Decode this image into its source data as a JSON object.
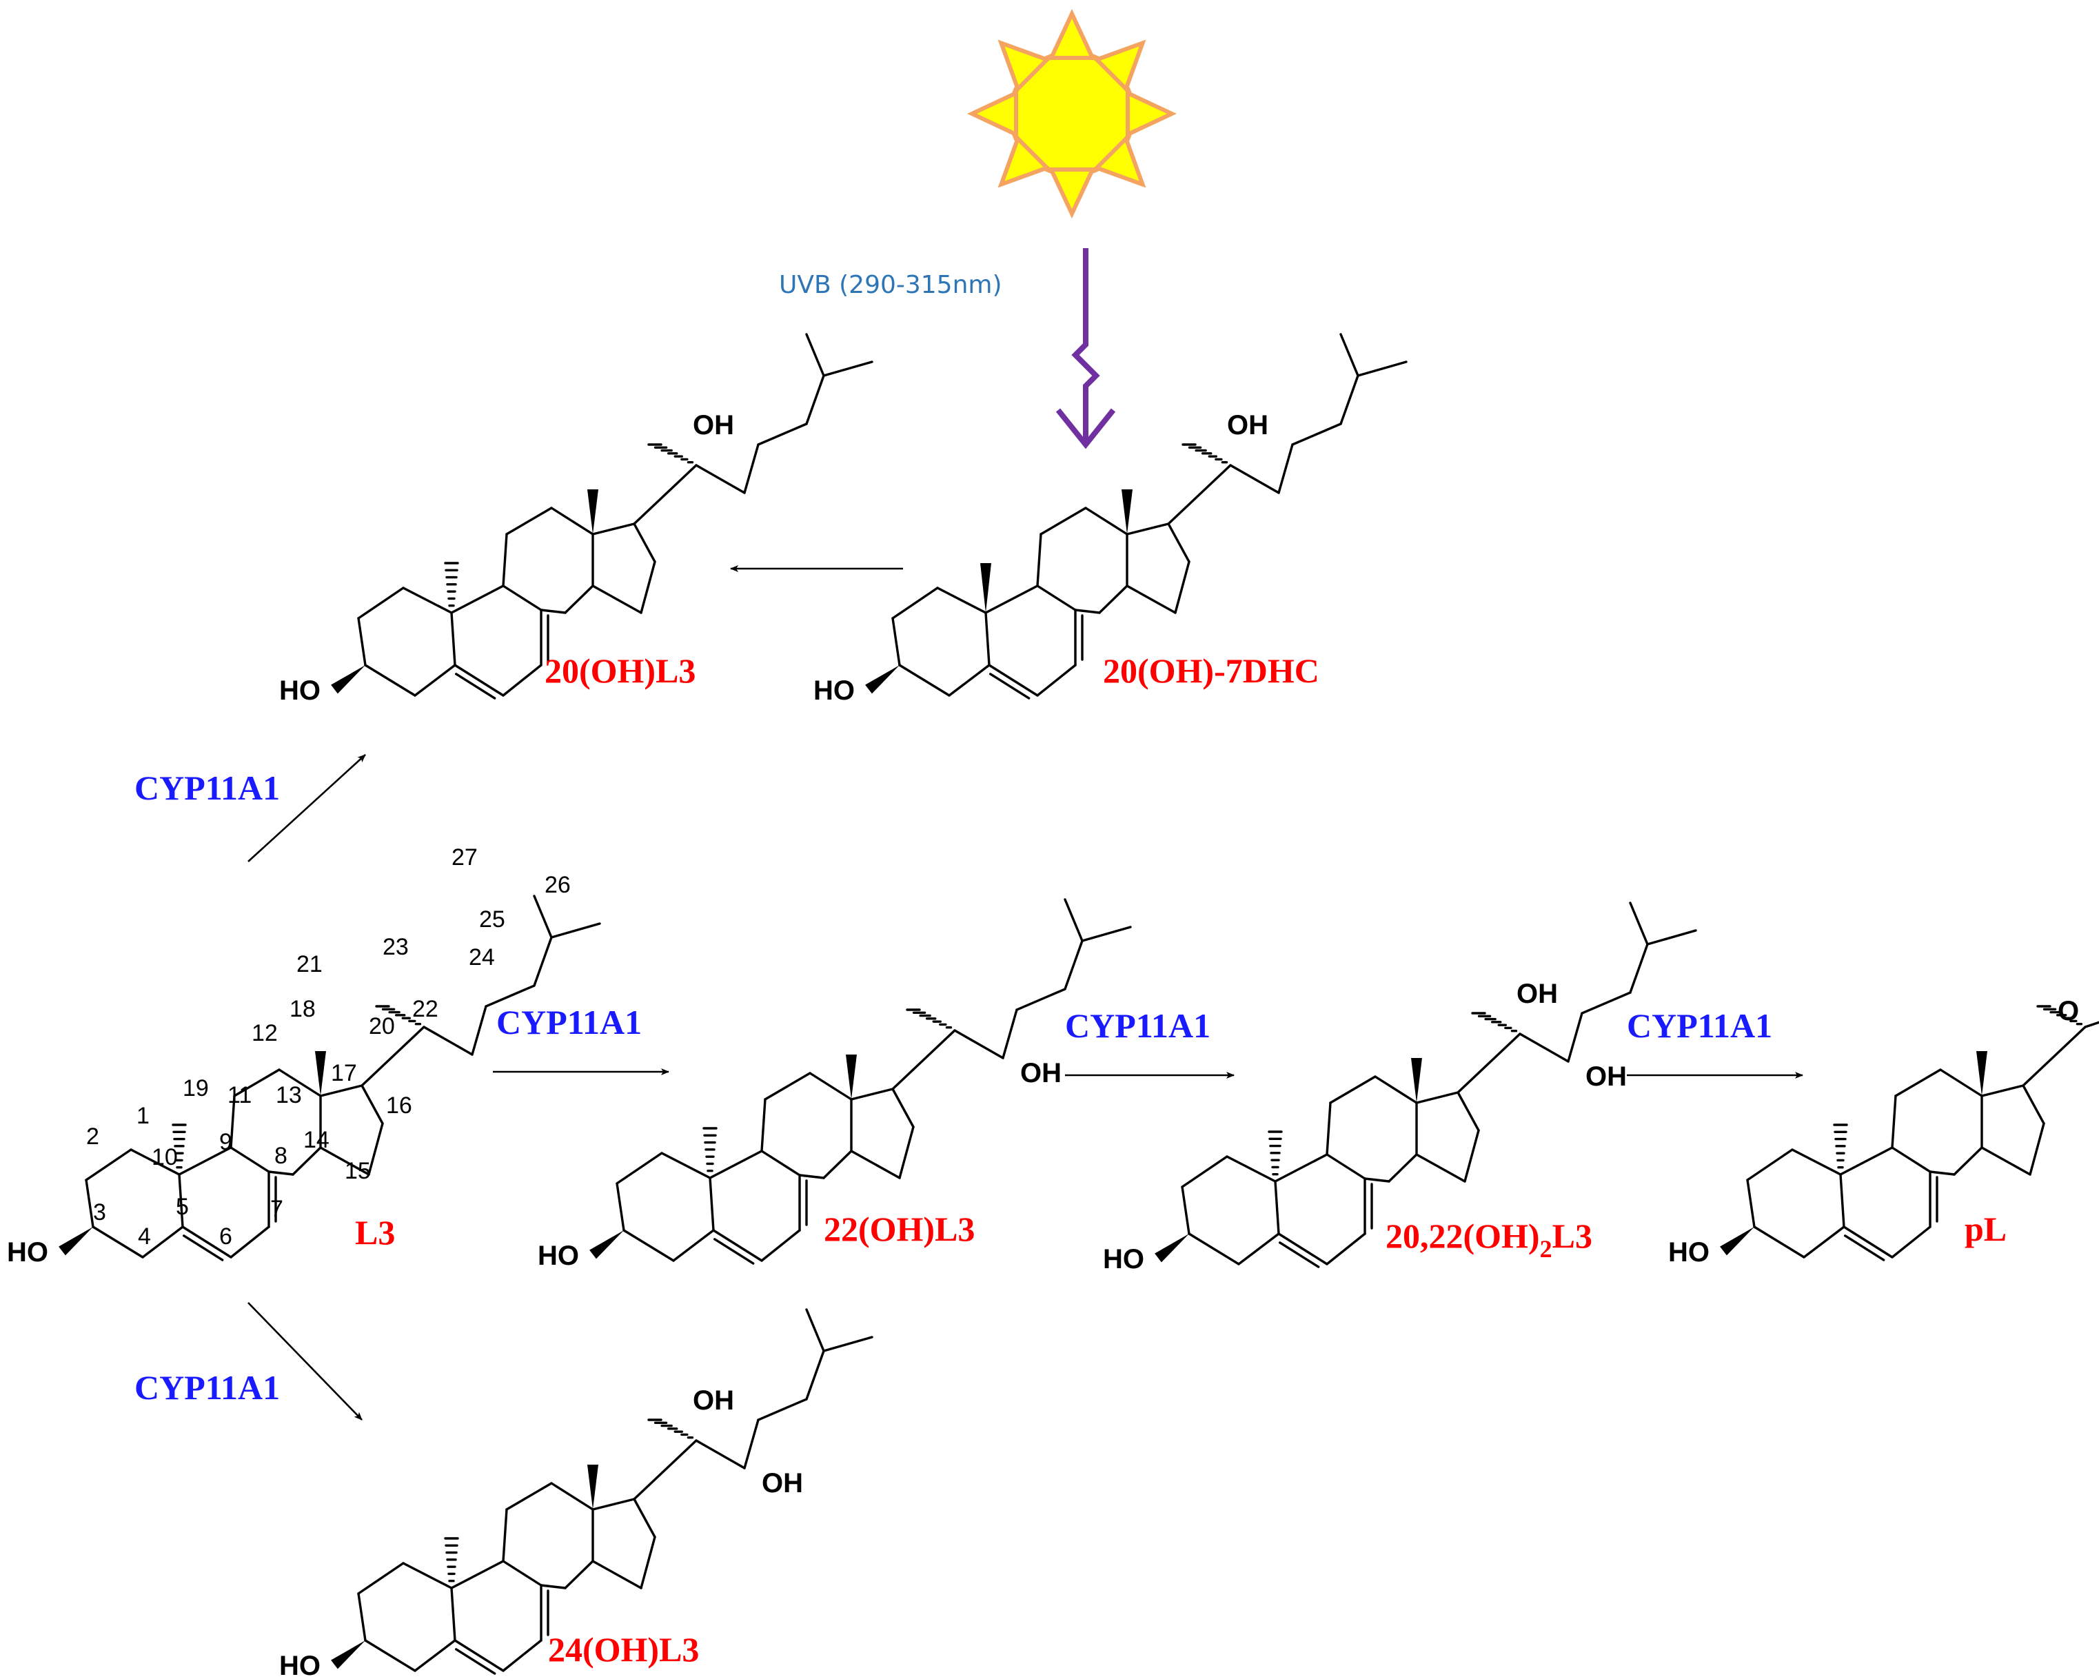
{
  "compounds": {
    "oh20_l3": "20(OH)L3",
    "oh20_7dhc": "20(OH)-7DHC",
    "l3": "L3",
    "oh22_l3": "22(OH)L3",
    "oh2022_l3_pre": "20,22(OH)",
    "oh2022_l3_sub": "2",
    "oh2022_l3_post": "L3",
    "pl": "pL",
    "oh24_l3": "24(OH)L3"
  },
  "enzymes": {
    "up": "CYP11A1",
    "mid1": "CYP11A1",
    "mid2": "CYP11A1",
    "mid3": "CYP11A1",
    "down": "CYP11A1"
  },
  "uv_label": "UVB (290-315nm)",
  "atom_labels": {
    "ho": "HO",
    "oh": "OH",
    "o": "O"
  },
  "numbering": [
    "1",
    "2",
    "3",
    "4",
    "5",
    "6",
    "7",
    "8",
    "9",
    "10",
    "11",
    "12",
    "13",
    "14",
    "15",
    "16",
    "17",
    "18",
    "19",
    "20",
    "21",
    "22",
    "23",
    "24",
    "25",
    "26",
    "27"
  ],
  "colors": {
    "compound_name": "#ff0000",
    "enzyme": "#1a1aff",
    "uv_text": "#2e75b6",
    "uv_arrow": "#7030a0",
    "sun_fill": "#ffff00",
    "sun_stroke": "#f4a460"
  }
}
